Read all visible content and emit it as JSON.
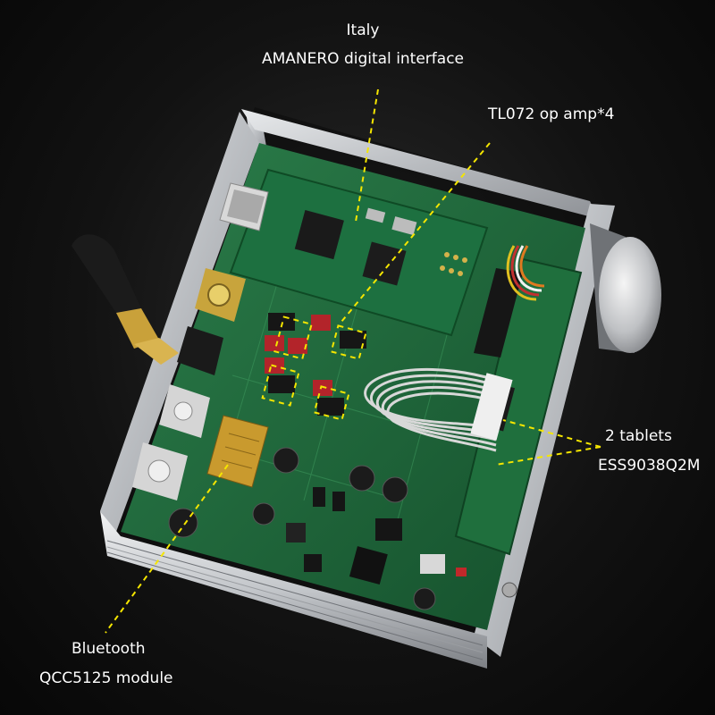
{
  "annotations": {
    "origin_country": "Italy",
    "interface": "AMANERO digital interface",
    "opamp": "TL072 op amp*4",
    "dac_count": "2 tablets",
    "dac_chip": "ESS9038Q2M",
    "bt_title": "Bluetooth",
    "bt_module": "QCC5125 module"
  },
  "colors": {
    "background": "#121212",
    "label_text": "#ffffff",
    "callout_line": "#f5e600",
    "pcb": "#1f6a3c",
    "chassis": "#c9ccd0"
  },
  "icons": [
    "antenna-icon",
    "volume-knob-icon"
  ]
}
